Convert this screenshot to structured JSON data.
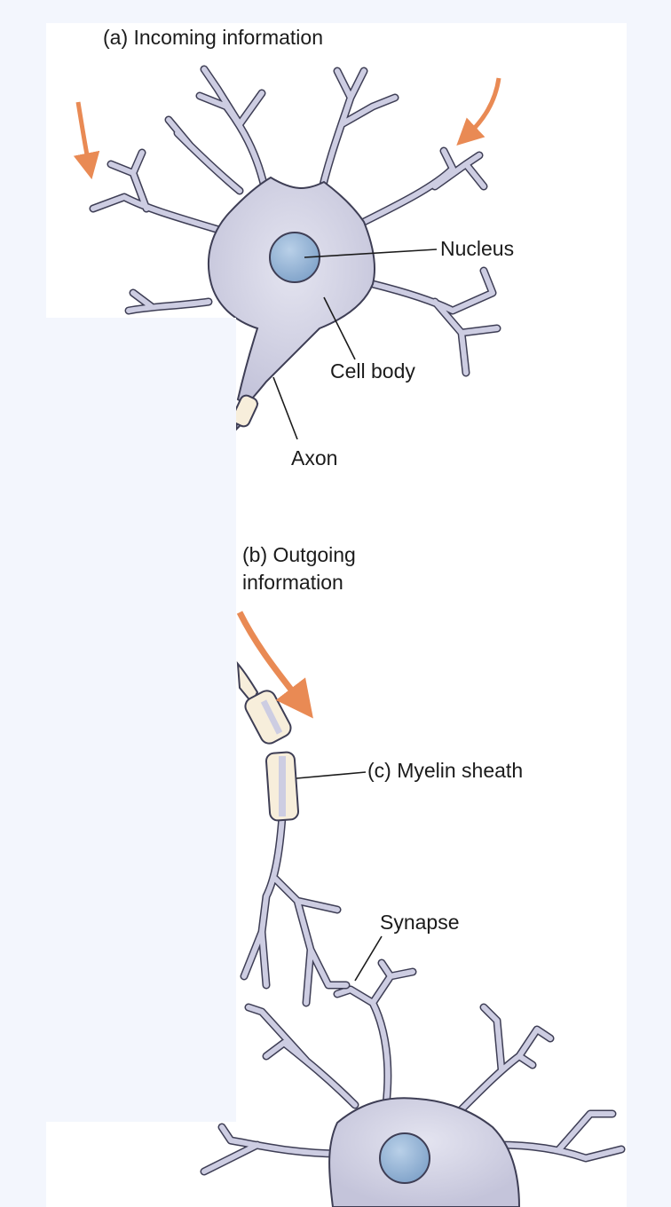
{
  "labels": {
    "incoming": "(a) Incoming information",
    "nucleus": "Nucleus",
    "cell_body": "Cell body",
    "axon": "Axon",
    "outgoing_line1": "(b) Outgoing",
    "outgoing_line2": "information",
    "myelin": "(c) Myelin sheath",
    "synapse": "Synapse"
  },
  "colors": {
    "page_bg": "#f3f6fd",
    "panel": "#ffffff",
    "neuron_fill": "#cdcde2",
    "neuron_stroke": "#3e3e55",
    "nucleus_fill": "#8fb0d3",
    "myelin_fill": "#f7eedb",
    "arrow": "#e98a54",
    "leader": "#1b1b1b"
  }
}
